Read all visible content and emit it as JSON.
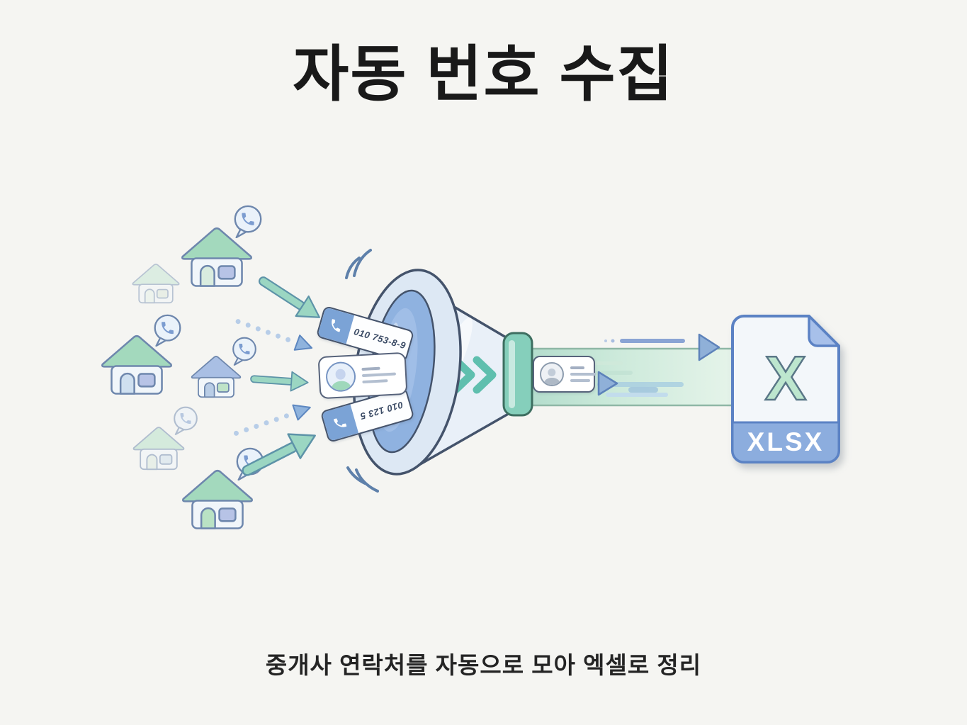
{
  "page": {
    "title": "자동 번호 수집",
    "subtitle": "중개사 연락처를 자동으로 모아 엑셀로 정리"
  },
  "funnel": {
    "tag_top_number": "010 753-8-9",
    "tag_bottom_number": "010 123 5",
    "chevron_count": 3
  },
  "output_file": {
    "letter": "X",
    "label": "XLSX"
  },
  "diagram": {
    "houses": [
      {
        "id": 1,
        "roof": "green",
        "phone_bubble": true,
        "faded": false
      },
      {
        "id": 2,
        "roof": "green",
        "phone_bubble": false,
        "faded": true
      },
      {
        "id": 3,
        "roof": "green",
        "phone_bubble": true,
        "faded": false
      },
      {
        "id": 4,
        "roof": "blue",
        "phone_bubble": true,
        "faded": false
      },
      {
        "id": 5,
        "roof": "green",
        "phone_bubble": true,
        "faded": true
      },
      {
        "id": 6,
        "roof": "green",
        "phone_bubble": true,
        "faded": false
      }
    ],
    "arrows": {
      "solid_count": 3,
      "dotted_count": 2
    },
    "flow": "houses -> funnel -> pipe -> xlsx file"
  },
  "icons": {
    "house": "house-icon",
    "phone_bubble": "phone-bubble-icon",
    "phone": "phone-icon",
    "avatar": "avatar-icon",
    "funnel": "funnel-icon",
    "chevrons": "chevrons-right-icon",
    "file": "xlsx-file-icon"
  },
  "colors": {
    "background": "#f5f5f2",
    "roof_green": "#a3d9bd",
    "roof_blue": "#a9bfe4",
    "outline_blue_gray": "#6e87ad",
    "ink_outline": "#44536b",
    "arrow_mint": "#9bd6c2",
    "dotted_blue": "#b7cde8",
    "funnel_mouth_blue": "#8fb2e0",
    "collar_teal": "#85cfbb",
    "pipe_mint": "#bfe3d4",
    "file_blue": "#8cadde",
    "file_x_green": "#bde6ce",
    "text_black": "#191919"
  }
}
